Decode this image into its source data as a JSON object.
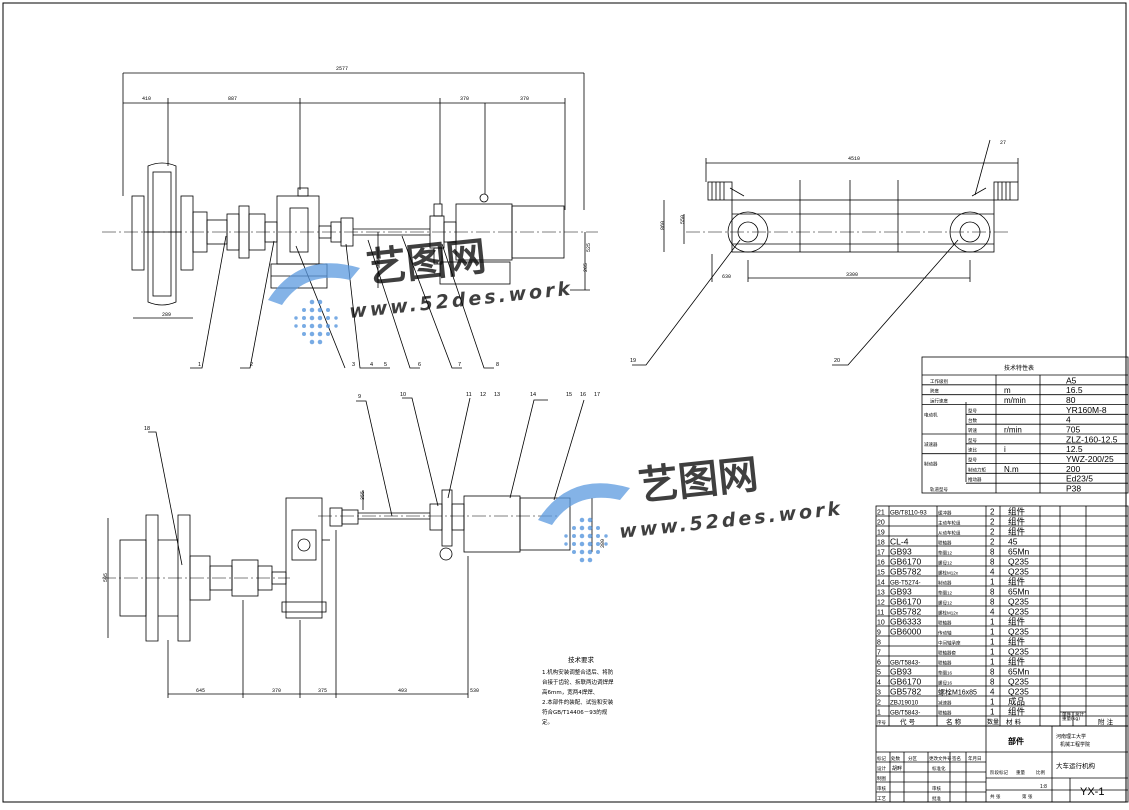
{
  "watermark": {
    "brand": "艺图网",
    "domain": "www.52des.work",
    "brand_color": "#3f82d4",
    "ball_color": "#4c8fdc"
  },
  "line_color": "#000000",
  "dimensions_top": [
    "2577",
    "410",
    "887",
    "370",
    "370",
    "4510",
    "27",
    "550",
    "860",
    "335",
    "265",
    "525",
    "3300",
    "630",
    "289"
  ],
  "dimensions_bottom": [
    "505",
    "645",
    "370",
    "375",
    "493",
    "530",
    "380",
    "355"
  ],
  "leaders_top": [
    "1",
    "2",
    "3",
    "4",
    "5",
    "6",
    "7",
    "8",
    "19",
    "20"
  ],
  "leaders_bottom": [
    "9",
    "10",
    "11",
    "12",
    "13",
    "14",
    "15",
    "16",
    "17",
    "18"
  ],
  "tech_notes": {
    "title": "技术要求",
    "lines": [
      "1.机构安装调整合适后、将防",
      "台接于齿轮、拆联两边调焊焊",
      "高6mm，宽两4焊焊、",
      "2.本部件的装配、试验和安装",
      "符合GB/T14406－93的规",
      "定。"
    ]
  },
  "spec_table": {
    "title": "技术特性表",
    "rows": [
      {
        "group": "",
        "item": "工作级别",
        "unit": "",
        "value": "A5"
      },
      {
        "group": "",
        "item": "跨度",
        "unit": "m",
        "value": "16.5"
      },
      {
        "group": "",
        "item": "运行速度",
        "unit": "m/min",
        "value": "80"
      },
      {
        "group": "电动机",
        "item": "型号",
        "unit": "",
        "value": "YR160M-8"
      },
      {
        "group": "",
        "item": "台数",
        "unit": "",
        "value": "4"
      },
      {
        "group": "",
        "item": "转速",
        "unit": "r/min",
        "value": "705"
      },
      {
        "group": "减速器",
        "item": "型号",
        "unit": "",
        "value": "ZLZ-160-12.5"
      },
      {
        "group": "",
        "item": "速比",
        "unit": "i",
        "value": "12.5"
      },
      {
        "group": "制动器",
        "item": "型号",
        "unit": "",
        "value": "YWZ-200/25"
      },
      {
        "group": "",
        "item": "制动力矩",
        "unit": "N.m",
        "value": "200"
      },
      {
        "group": "",
        "item": "推动器",
        "unit": "",
        "value": "Ed23/5"
      },
      {
        "group": "",
        "item": "轨道型号",
        "unit": "",
        "value": "P38"
      }
    ]
  },
  "parts": [
    {
      "no": "21",
      "code": "GB/T8110-93",
      "name": "缓冲器",
      "qty": "2",
      "mat": "组件"
    },
    {
      "no": "20",
      "code": "",
      "name": "主动车轮组",
      "qty": "2",
      "mat": "组件"
    },
    {
      "no": "19",
      "code": "",
      "name": "从动车轮组",
      "qty": "2",
      "mat": "组件"
    },
    {
      "no": "18",
      "code": "CL-4",
      "name": "联轴器",
      "qty": "2",
      "mat": "45"
    },
    {
      "no": "17",
      "code": "GB93",
      "name": "垫圈12",
      "qty": "8",
      "mat": "65Mn"
    },
    {
      "no": "16",
      "code": "GB6170",
      "name": "螺母12",
      "qty": "8",
      "mat": "Q235"
    },
    {
      "no": "15",
      "code": "GB5782",
      "name": "螺栓M12x",
      "qty": "4",
      "mat": "Q235"
    },
    {
      "no": "14",
      "code": "GB-T5274-",
      "name": "制动器",
      "qty": "1",
      "mat": "组件"
    },
    {
      "no": "13",
      "code": "GB93",
      "name": "垫圈12",
      "qty": "8",
      "mat": "65Mn"
    },
    {
      "no": "12",
      "code": "GB6170",
      "name": "螺母12",
      "qty": "8",
      "mat": "Q235"
    },
    {
      "no": "11",
      "code": "GB5782",
      "name": "螺栓M12x",
      "qty": "4",
      "mat": "Q235"
    },
    {
      "no": "10",
      "code": "GB6333",
      "name": "联轴器",
      "qty": "1",
      "mat": "组件"
    },
    {
      "no": "9",
      "code": "GB6000",
      "name": "传动轴",
      "qty": "1",
      "mat": "Q235"
    },
    {
      "no": "8",
      "code": "",
      "name": "中间轴承座",
      "qty": "1",
      "mat": "组件"
    },
    {
      "no": "7",
      "code": "",
      "name": "联轴器套",
      "qty": "1",
      "mat": "Q235"
    },
    {
      "no": "6",
      "code": "GB/T5843-",
      "name": "联轴器",
      "qty": "1",
      "mat": "组件"
    },
    {
      "no": "5",
      "code": "GB93",
      "name": "垫圈16",
      "qty": "8",
      "mat": "65Mn"
    },
    {
      "no": "4",
      "code": "GB6170",
      "name": "螺母16",
      "qty": "8",
      "mat": "Q235"
    },
    {
      "no": "3",
      "code": "GB5782",
      "name": "螺栓M16x85",
      "qty": "4",
      "mat": "Q235"
    },
    {
      "no": "2",
      "code": "ZBJ19010",
      "name": "减速器",
      "qty": "1",
      "mat": "成品"
    },
    {
      "no": "1",
      "code": "GB/T5843-",
      "name": "联轴器",
      "qty": "1",
      "mat": "组件"
    }
  ],
  "parts_header": {
    "no": "序号",
    "code": "代 号",
    "name": "名 称",
    "qty": "数量",
    "mat": "材 料",
    "single": "单件",
    "total": "总计",
    "weight": "重量(kg)",
    "note": "附 注"
  },
  "title_block": {
    "assembly": "部件",
    "school": "河南理工大学",
    "dept": "机械工程学院",
    "drawing_name": "大车运行机构",
    "drawing_no": "YX-1",
    "scale": "1:8",
    "labels": {
      "mark": "标记",
      "count": "处数",
      "zone": "分区",
      "doc": "更改文件号",
      "sign": "签名",
      "date": "年月日",
      "design": "设计",
      "drafter": "制图",
      "check": "审核",
      "process": "工艺",
      "std": "标准化",
      "review": "审核",
      "approve": "批准",
      "stage": "阶段标记",
      "weight": "重量",
      "ratio": "比例",
      "sheets_total": "共 张",
      "sheet_no": "第 张",
      "designer_name": "胡畔"
    }
  }
}
